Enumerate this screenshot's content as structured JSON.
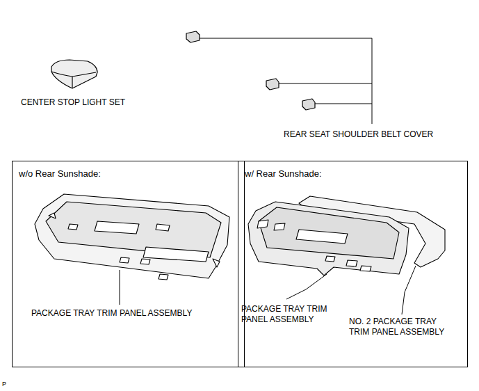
{
  "diagram": {
    "nodes": [
      {
        "text": [
          "w/o Rear Sunshade:"
        ]
      },
      {
        "text": [
          "w/ Rear Sunshade:"
        ]
      }
    ],
    "labels": [
      "CENTER STOP LIGHT SET",
      "REAR SEAT SHOULDER BELT COVER",
      "PACKAGE TRAY TRIM PANEL ASSEMBLY",
      "PACKAGE TRAY TRIM PANEL ASSEMBLY",
      "NO. 2 PACKAGE TRAY TRIM PANEL ASSEMBLY",
      "P"
    ]
  }
}
